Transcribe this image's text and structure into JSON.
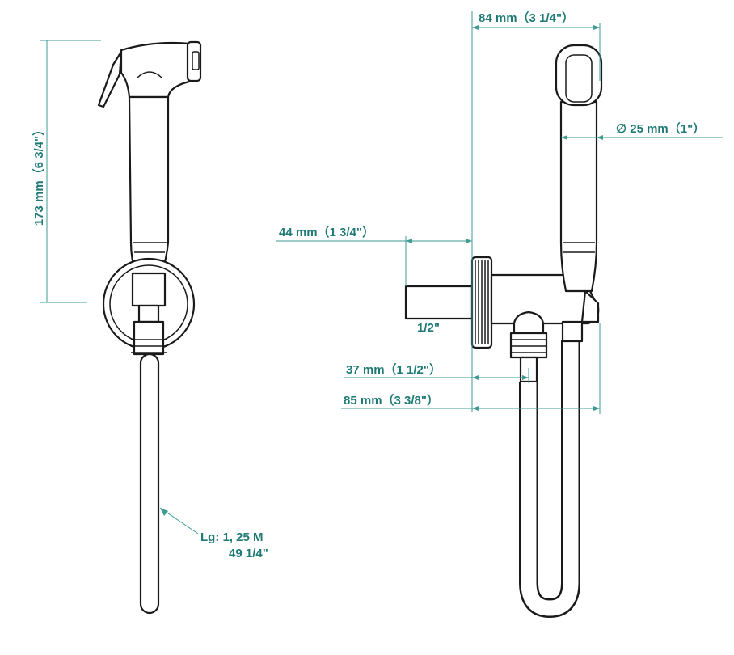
{
  "colors": {
    "dimension": "#1f7a75",
    "outline": "#1a1a1a",
    "background": "#ffffff"
  },
  "front_view": {
    "height_label": "173 mm（6 3/4\"）",
    "hose_label_line1": "Lg: 1, 25 M",
    "hose_label_line2": "49 1/4\""
  },
  "side_view": {
    "width_top_label": "84 mm（3 1/4\"）",
    "diameter_label": "∅  25 mm（1\"）",
    "depth_label": "44 mm（1 3/4\"）",
    "thread_label": "1/2\"",
    "outlet_offset_label": "37 mm（1 1/2\"）",
    "overall_depth_label": "85 mm（3 3/8\"）"
  }
}
